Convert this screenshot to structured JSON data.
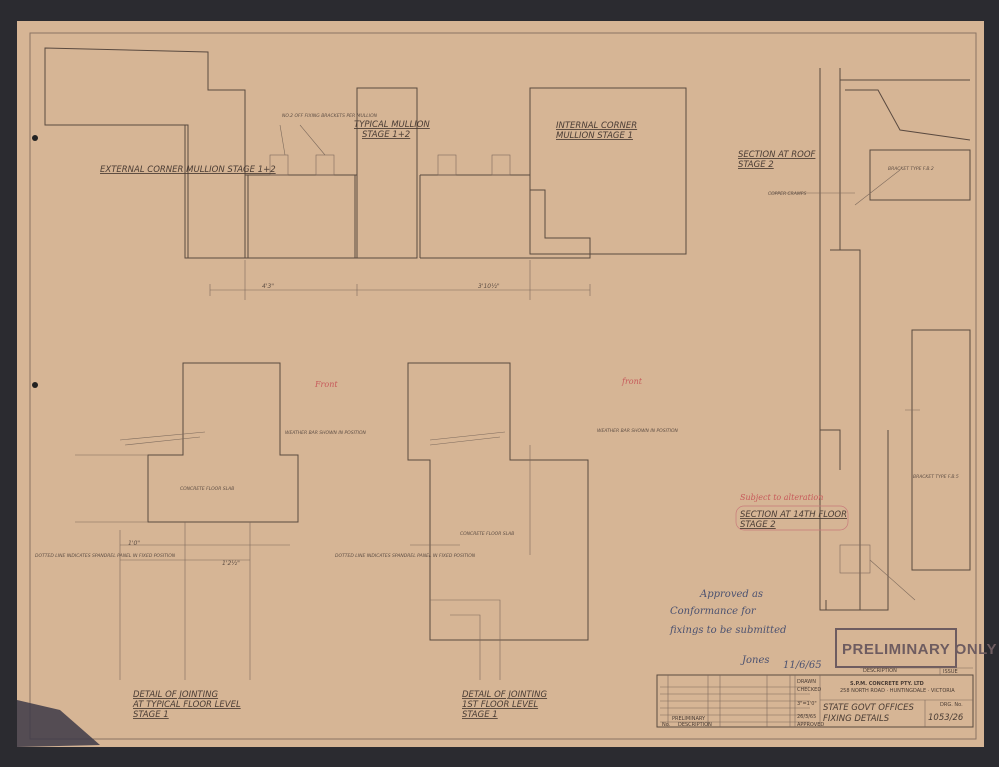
{
  "drawing": {
    "views": {
      "external_corner": "EXTERNAL CORNER MULLION STAGE 1+2",
      "typical_mullion_l1": "TYPICAL MULLION",
      "typical_mullion_l2": "STAGE 1+2",
      "internal_corner_l1": "INTERNAL CORNER",
      "internal_corner_l2": "MULLION STAGE 1",
      "roof_l1": "SECTION AT ROOF",
      "roof_l2": "STAGE 2",
      "floor14_l1": "SECTION AT 14TH FLOOR",
      "floor14_l2": "STAGE 2",
      "detail_typ_l1": "DETAIL OF JOINTING",
      "detail_typ_l2": "AT TYPICAL FLOOR LEVEL",
      "detail_typ_l3": "STAGE 1",
      "detail_1st_l1": "DETAIL OF JOINTING",
      "detail_1st_l2": "1ST FLOOR LEVEL",
      "detail_1st_l3": "STAGE 1"
    },
    "dimensions": {
      "left_span": "4'3\"",
      "right_span": "3'10½\"",
      "d1": "1'0\"",
      "d2": "1'2½\""
    },
    "notes": {
      "brackets": "NO.2 OFF FIXING BRACKETS PER MULLION",
      "concrete_floor_slab": "CONCRETE FLOOR SLAB",
      "weather_bar": "WEATHER BAR SHOWN IN POSITION",
      "dotted_line": "DOTTED LINE INDICATES SPANDREL PANEL IN FIXED POSITION",
      "copper_cramps": "COPPER CRAMPS",
      "bracket_type": "BRACKET TYPE F.B.2",
      "bracket_type_fb": "BRACKET TYPE F.B.5"
    },
    "annotations": {
      "red_front_1": "Front",
      "red_front_2": "front",
      "red_subject": "Subject to alteration",
      "handwritten_l1": "Approved as",
      "handwritten_l2": "Conformance for",
      "handwritten_l3": "fixings to be submitted",
      "handwritten_sig": "Jones",
      "handwritten_date": "11/6/65"
    },
    "stamp": "PRELIMINARY ONLY",
    "title_block": {
      "company": "S.P.M. CONCRETE PTY. LTD",
      "address": "258 NORTH ROAD · HUNTINGDALE · VICTORIA",
      "project": "STATE GOVT OFFICES",
      "sheet_title": "FIXING DETAILS",
      "drawing_no": "1053/26",
      "scale": "3\"=1'0\"",
      "date": "26/3/65",
      "revision_desc": "PRELIMINARY",
      "revision_col": "DESCRIPTION",
      "issue_col": "ISSUE",
      "drawn_label": "DRAWN",
      "checked_label": "CHECKED",
      "approved_label": "APPROVED",
      "no_label": "No.",
      "dwg_no_label": "DRG. No."
    }
  }
}
